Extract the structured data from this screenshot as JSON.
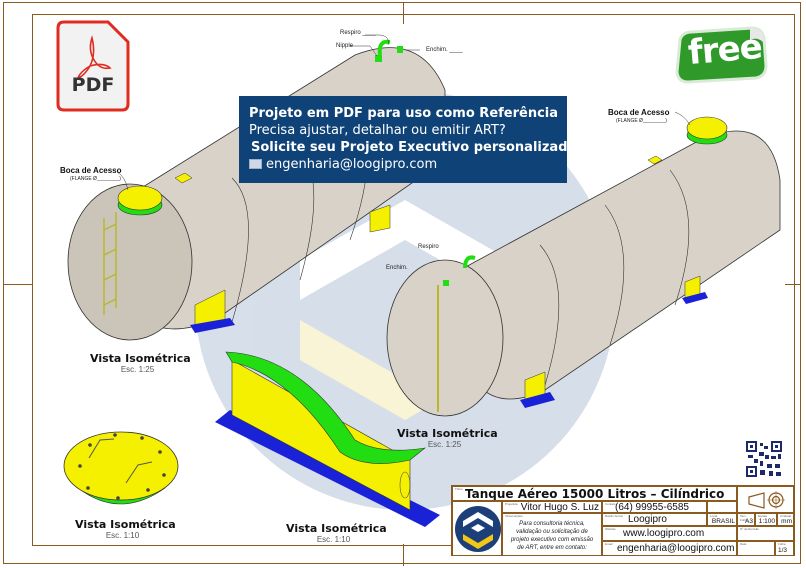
{
  "document": {
    "type": "technical-drawing-sheet",
    "pdf_badge": {
      "icon": "pdf-file-icon",
      "label": "PDF"
    },
    "free_sticker": {
      "icon": "free-sticker-icon",
      "label": "free"
    },
    "promo_banner": {
      "line1": "Projeto em PDF para uso como Referência",
      "line2": "Precisa ajustar, detalhar ou emitir ART?",
      "line3": "Solicite seu Projeto Executivo personalizado.",
      "email_icon": "envelope-icon",
      "email": "engenharia@loogipro.com"
    },
    "callouts": {
      "respiro": "Respiro ____",
      "nipple": "Nipple",
      "enchimento": "Enchim. ____",
      "boca_acesso": "Boca de Acesso",
      "flange": "(FLANGE Ø________)",
      "respiro2": "Respiro",
      "enchimento2": "Enchim."
    },
    "views": [
      {
        "title": "Vista Isométrica",
        "scale": "Esc. 1:25"
      },
      {
        "title": "Vista Isométrica",
        "scale": "Esc. 1:25"
      },
      {
        "title": "Vista Isométrica",
        "scale": "Esc. 1:10"
      },
      {
        "title": "Vista Isométrica",
        "scale": "Esc. 1:10"
      }
    ],
    "colors": {
      "border": "#8a5a1e",
      "tank_body": "#d8d2c8",
      "accessory_yellow": "#f5f000",
      "accessory_green": "#22dd11",
      "saddle_base_blue": "#1a22d8",
      "banner_blue": "#0f4378",
      "pdf_red": "#e02b20"
    }
  },
  "title_block": {
    "title": "Tanque Aéreo 15000 Litros – Cilíndrico",
    "project_author_label": "Projetista",
    "project_author": "Vitor Hugo S. Luz",
    "phone_label": "Contato",
    "phone": "(64) 99955-6585",
    "company_label": "Razão Social",
    "company": "Loogipro",
    "country_label": "Local",
    "country": "BRASIL",
    "sheet_size_label": "Tam. Folha",
    "sheet_size": "A3",
    "scale_label": "Escala",
    "scale": "1:100",
    "unit_label": "Unidade",
    "unit": "mm",
    "website_label": "Website",
    "website": "www.loogipro.com",
    "email_label": "Email",
    "email": "engenharia@loogipro.com",
    "notes_label": "Observações",
    "notes": [
      "Para consultoria técnica,",
      "validação ou solicitação de",
      "projeto executivo com emissão",
      "de ART, entre em contato:"
    ],
    "date_label": "Data",
    "revision_label": "Nº da Revisão",
    "sheet_label": "Folha",
    "sheet": "1/3",
    "projection_icon": "first-angle-projection-icon",
    "logo_icon": "loogipro-logo-icon"
  },
  "qr_code": {
    "icon": "qr-code-icon"
  }
}
